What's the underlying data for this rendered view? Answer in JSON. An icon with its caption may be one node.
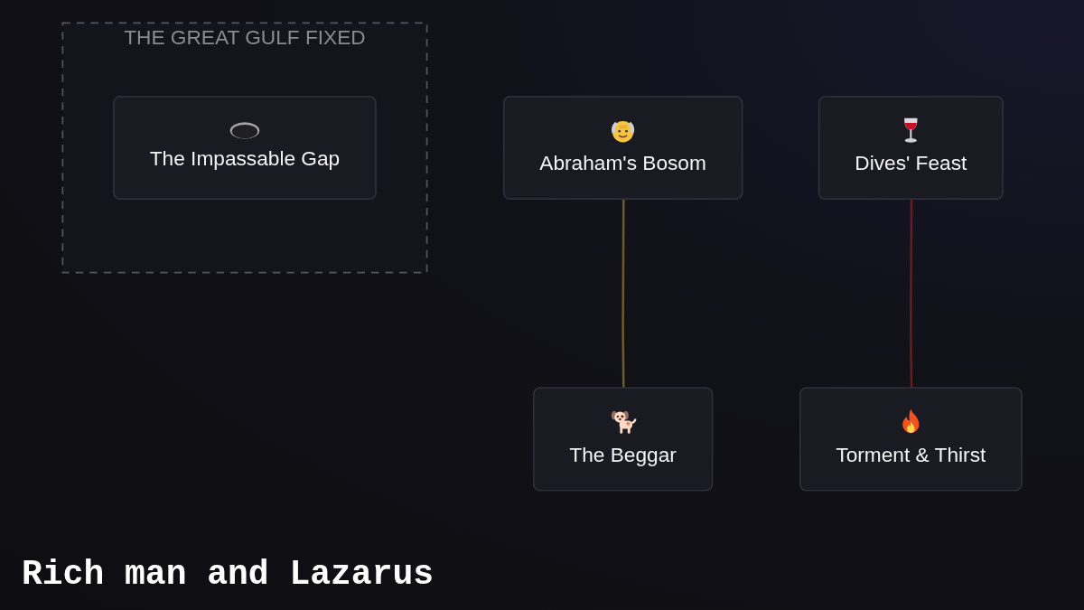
{
  "diagram": {
    "title": "Rich man and Lazarus",
    "nodes": [
      {
        "text": [
          "Abraham's Bosom"
        ]
      },
      {
        "text": [
          "Dives' Feast"
        ]
      },
      {
        "text": [
          "The Beggar"
        ]
      },
      {
        "text": [
          "THE GREAT GULF FIXED"
        ]
      },
      {
        "text": [
          "The Impassable Gap"
        ],
        "in": 3
      },
      {
        "text": [
          "Torment & Thirst"
        ]
      }
    ],
    "edges": [
      {
        "from": 0,
        "to": 2,
        "arrow": "none",
        "color": "#6b5b26"
      },
      {
        "from": 1,
        "to": 5,
        "arrow": "none",
        "color": "#6b1a20"
      }
    ]
  }
}
